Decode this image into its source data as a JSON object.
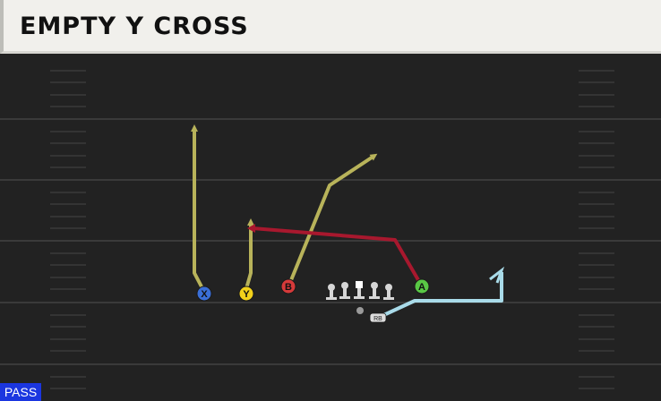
{
  "play": {
    "title": "EMPTY Y CROSS",
    "badge": "PASS"
  },
  "players": [
    {
      "id": "x",
      "label": "X",
      "color": "#3a6fd8"
    },
    {
      "id": "y",
      "label": "Y",
      "color": "#f2d11b"
    },
    {
      "id": "b",
      "label": "B",
      "color": "#d63a3a"
    },
    {
      "id": "a",
      "label": "A",
      "color": "#59c745"
    },
    {
      "id": "rb",
      "label": "RB",
      "color": "#dcdcdc"
    }
  ],
  "colors": {
    "field": "#222222",
    "field_line": "#3a3a3a",
    "route_yellow": "#b8b35a",
    "route_red": "#a8182e",
    "route_blue": "#a9dbe9"
  }
}
